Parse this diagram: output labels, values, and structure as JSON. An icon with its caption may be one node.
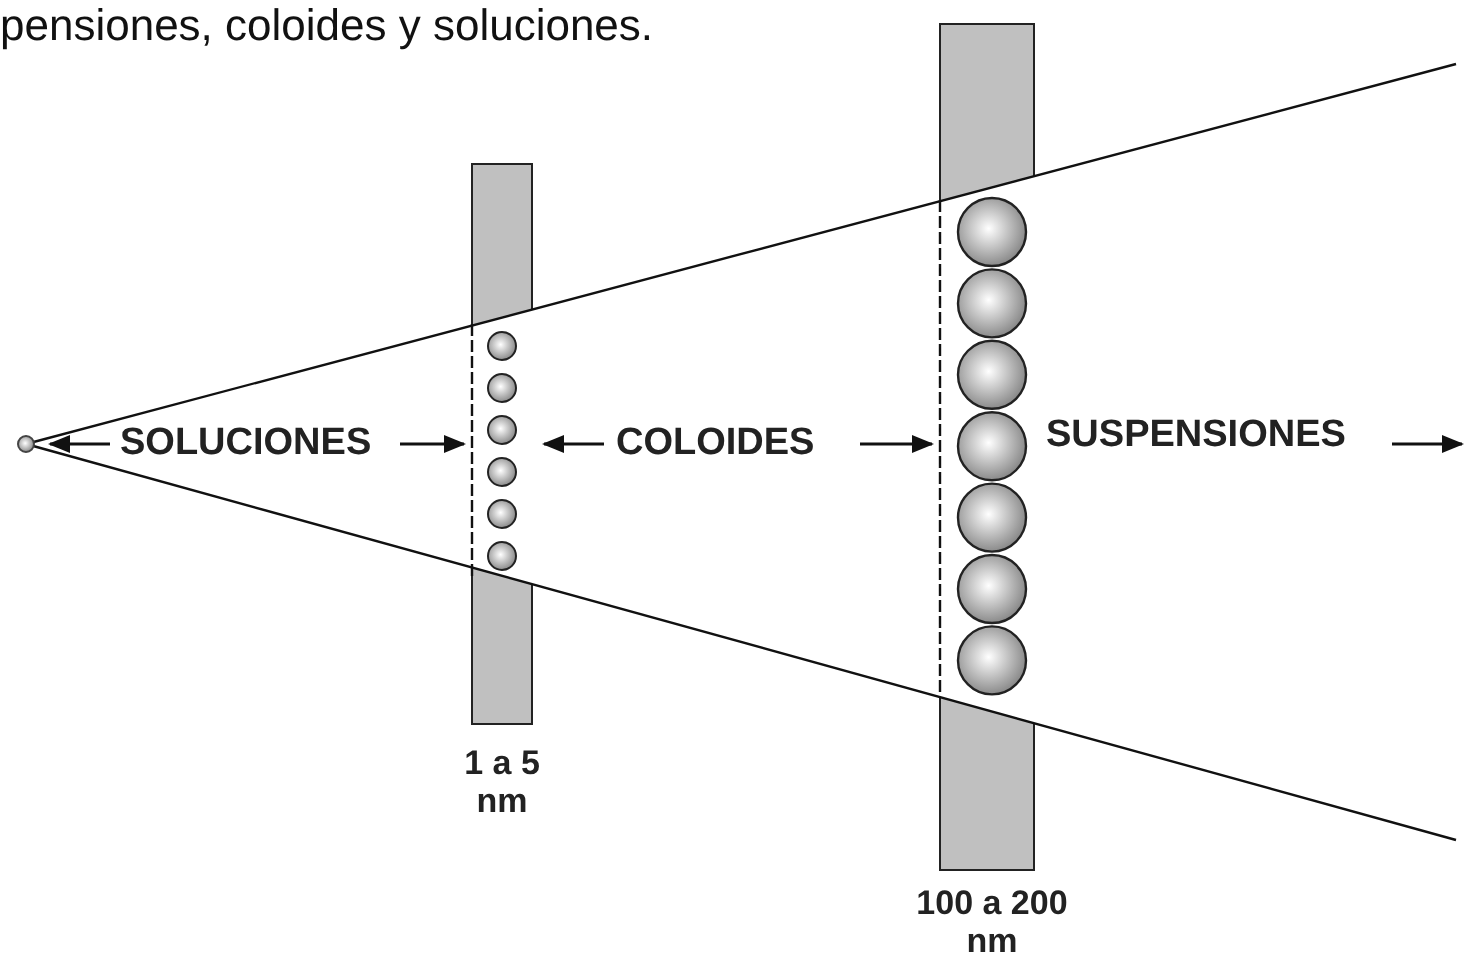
{
  "diagram": {
    "title": "pensiones, coloides y soluciones.",
    "labels": [
      "SOLUCIONES",
      "COLOIDES",
      "SUSPENSIONES",
      "1 a 5 nm",
      "100 a 200 nm"
    ]
  }
}
